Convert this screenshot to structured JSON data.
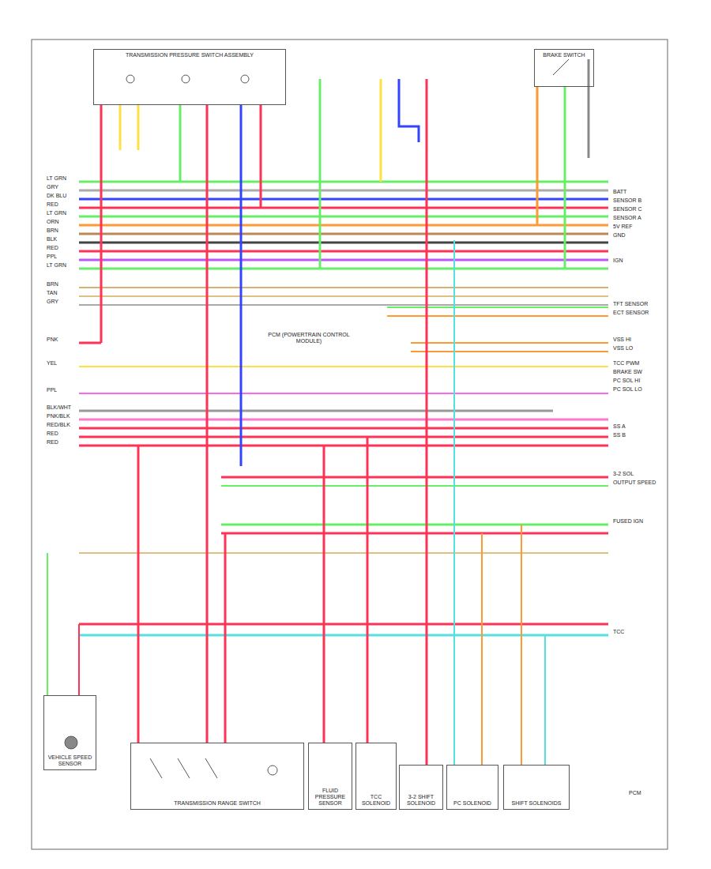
{
  "diagram": {
    "nodes": [
      {
        "text": [
          "TRANSMISSION PRESSURE SWITCH ASSEMBLY"
        ]
      },
      {
        "text": [
          "BRAKE SWITCH"
        ]
      },
      {
        "text": [
          "VEHICLE SPEED SENSOR"
        ]
      },
      {
        "text": [
          "TRANSMISSION RANGE SWITCH"
        ]
      },
      {
        "text": [
          "FLUID PRESSURE SENSOR"
        ]
      },
      {
        "text": [
          "TCC SOLENOID"
        ]
      },
      {
        "text": [
          "3-2 SHIFT SOLENOID"
        ]
      },
      {
        "text": [
          "PC SOLENOID"
        ]
      },
      {
        "text": [
          "SHIFT SOLENOIDS"
        ]
      }
    ],
    "labels": [
      "LT GRN",
      "GRY",
      "DK BLU",
      "RED",
      "LT GRN",
      "ORN",
      "BRN",
      "BLK",
      "RED",
      "PPL",
      "LT GRN",
      "BRN",
      "TAN",
      "GRY",
      "PNK",
      "YEL",
      "PPL",
      "BLK/WHT",
      "PNK/BLK",
      "RED/BLK",
      "RED",
      "RED",
      "BATT",
      "SENSOR B",
      "SENSOR C",
      "SENSOR A",
      "5V REF",
      "GND",
      "IGN",
      "TFT SENSOR",
      "ECT SENSOR",
      "VSS HI",
      "VSS LO",
      "TCC PWM",
      "BRAKE SW",
      "PC SOL HI",
      "PC SOL LO",
      "SS A",
      "SS B",
      "3-2 SOL",
      "OUTPUT SPEED",
      "FUSED IGN",
      "TCC",
      "PCM",
      "PCM (POWERTRAIN CONTROL MODULE)"
    ]
  }
}
